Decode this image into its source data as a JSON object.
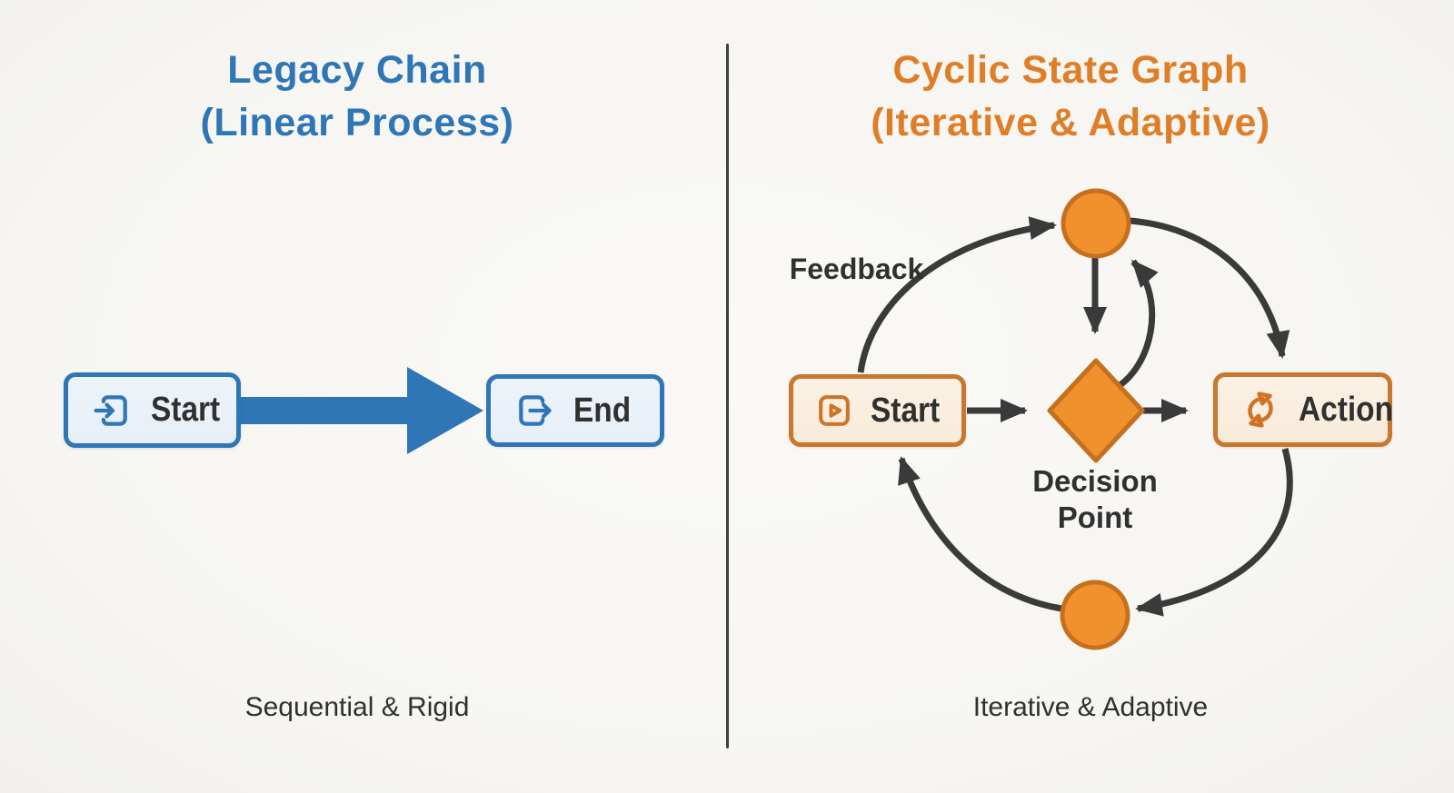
{
  "left_panel": {
    "title_line1": "Legacy Chain",
    "title_line2": "(Linear Process)",
    "nodes": {
      "start": {
        "label": "Start",
        "icon": "login-icon"
      },
      "end": {
        "label": "End",
        "icon": "logout-icon"
      }
    },
    "edges": [
      {
        "from": "Start",
        "to": "End",
        "style": "thick solid blue arrow"
      }
    ],
    "caption": "Sequential & Rigid"
  },
  "right_panel": {
    "title_line1": "Cyclic State Graph",
    "title_line2": "(Iterative & Adaptive)",
    "edge_label": "Feedback",
    "nodes": {
      "start": {
        "label": "Start",
        "icon": "play-icon"
      },
      "decision": {
        "label_line1": "Decision",
        "label_line2": "Point",
        "shape": "diamond"
      },
      "action": {
        "label": "Action",
        "icon": "refresh-icon"
      },
      "top_node": {
        "shape": "circle"
      },
      "bottom_node": {
        "shape": "circle"
      }
    },
    "edges": [
      {
        "from": "Start",
        "to": "top_node",
        "label": "Feedback"
      },
      {
        "from": "top_node",
        "to": "Action"
      },
      {
        "from": "Action",
        "to": "bottom_node"
      },
      {
        "from": "bottom_node",
        "to": "Start"
      },
      {
        "from": "Start",
        "to": "Decision Point"
      },
      {
        "from": "Decision Point",
        "to": "Action"
      },
      {
        "from": "top_node",
        "to": "Decision Point"
      },
      {
        "from": "Decision Point",
        "to": "top_node"
      }
    ],
    "caption": "Iterative & Adaptive"
  },
  "colors": {
    "blue": "#2E76B5",
    "blue_fill": "#EEF3F9",
    "blue_fill2": "#E7EFF8",
    "orange": "#DF7E28",
    "orange_border": "#C9762E",
    "node_orange": "#F0912D",
    "node_orange_border": "#C4701E",
    "cream": "#FBF1E4",
    "cream2": "#F8EBDA",
    "arrow_dark": "#3A3A3A",
    "text_dark": "#303030",
    "bg": "#F7F6F3"
  }
}
